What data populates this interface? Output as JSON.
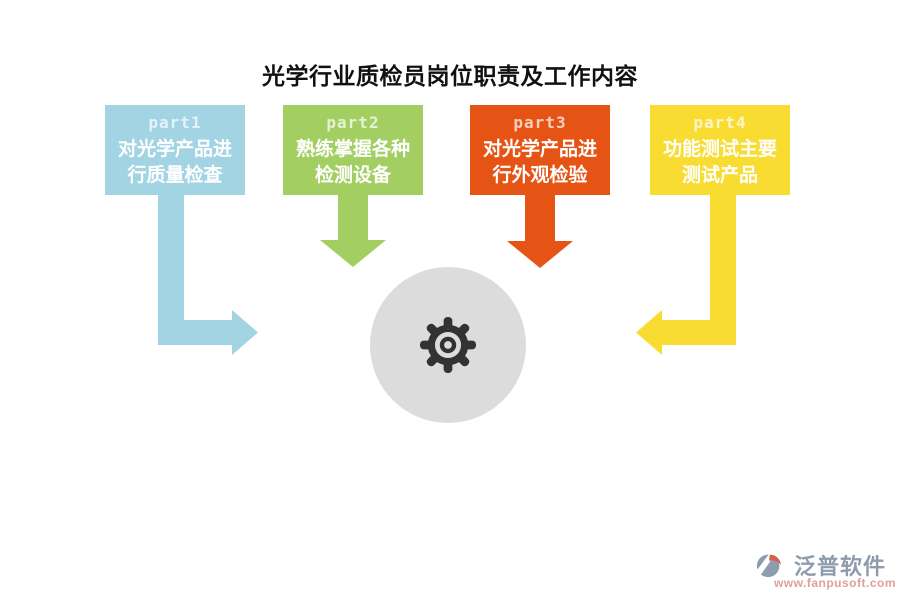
{
  "title": "光学行业质检员岗位职责及工作内容",
  "parts": [
    {
      "label": "part1",
      "line1": "对光学产品进",
      "line2": "行质量检查",
      "color": "#a2d4e4"
    },
    {
      "label": "part2",
      "line1": "熟练掌握各种",
      "line2": "检测设备",
      "color": "#a3cf62"
    },
    {
      "label": "part3",
      "line1": "对光学产品进",
      "line2": "行外观检验",
      "color": "#e55414"
    },
    {
      "label": "part4",
      "line1": "功能测试主要",
      "line2": "测试产品",
      "color": "#f8dc32"
    }
  ],
  "center": {
    "circle_color": "#dcdcdc",
    "gear_color": "#333333"
  },
  "icons": {
    "center": "gear-icon",
    "brand": "fanpu-logo-icon"
  },
  "footer": {
    "brand_name": "泛普软件",
    "brand_url": "www.fanpusoft.com",
    "brand_color": "#8e9cad",
    "url_color": "#dfa099",
    "logo_blue": "#8e9cad",
    "logo_red": "#d4604d"
  }
}
